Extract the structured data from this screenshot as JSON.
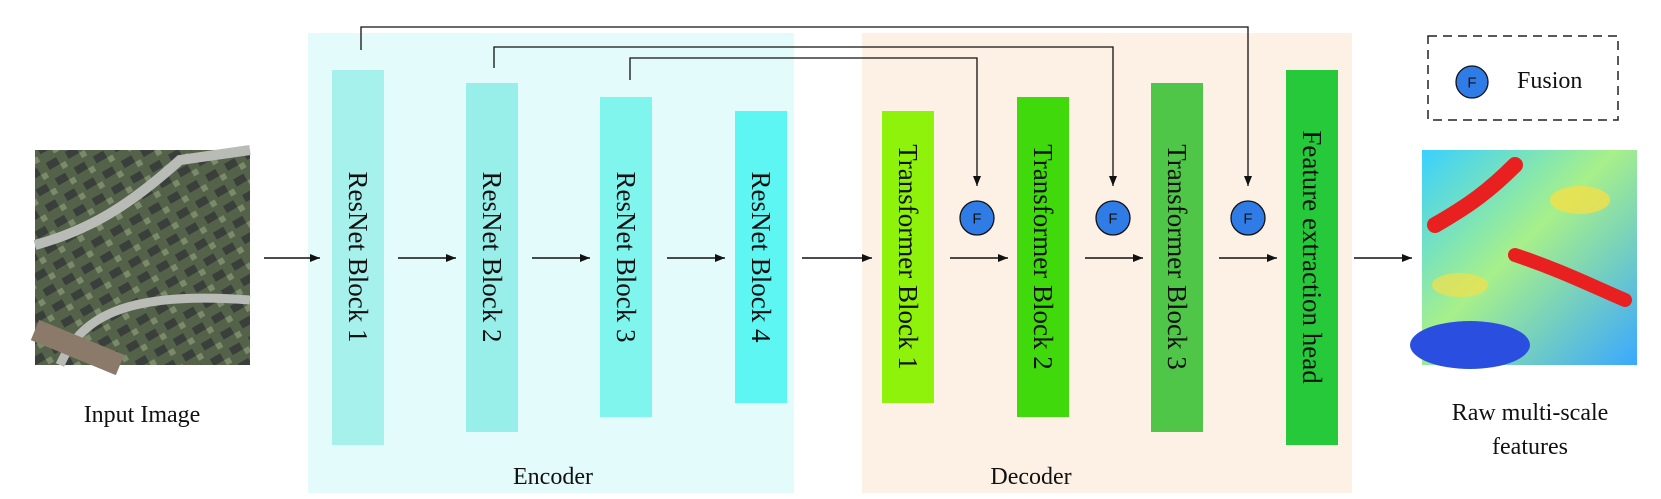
{
  "input": {
    "caption": "Input Image"
  },
  "encoder": {
    "label": "Encoder",
    "blocks": [
      {
        "label": "ResNet Block 1"
      },
      {
        "label": "ResNet Block 2"
      },
      {
        "label": "ResNet Block 3"
      },
      {
        "label": "ResNet Block 4"
      }
    ]
  },
  "decoder": {
    "label": "Decoder",
    "blocks": [
      {
        "label": "Transformer Block 1"
      },
      {
        "label": "Transformer Block 2"
      },
      {
        "label": "Transformer Block 3"
      },
      {
        "label": "Feature extraction head"
      }
    ],
    "fusion_symbol": "F"
  },
  "legend": {
    "symbol": "F",
    "label": "Fusion"
  },
  "output": {
    "caption_line1": "Raw multi-scale",
    "caption_line2": "features"
  },
  "colors": {
    "encoder_bg": "#e3fbfb",
    "decoder_bg": "#fdf0e4",
    "resnet_blocks": [
      "#a6f1ec",
      "#98efea",
      "#7ff5ee",
      "#5ef6f2"
    ],
    "decoder_blocks": [
      "#8ef20a",
      "#40d90c",
      "#4fc648",
      "#25c93a"
    ],
    "fusion_fill": "#2f7ce6"
  }
}
